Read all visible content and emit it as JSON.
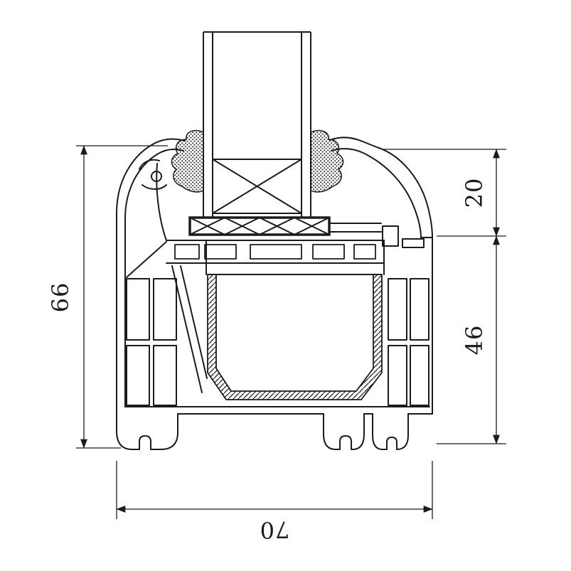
{
  "dimensions": {
    "overall_height": "66",
    "glazing_rebate_height": "20",
    "lower_section_height": "46",
    "overall_width": "70"
  }
}
